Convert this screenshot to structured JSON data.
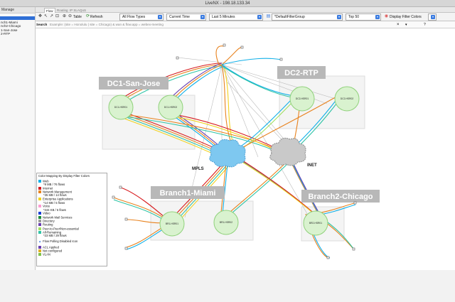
{
  "window": {
    "title": "LiveNX - 198.18.133.34"
  },
  "left_panel": {
    "header": "Manage",
    "items": [
      "",
      "nch1-Miami",
      "nch2-Chicago",
      "1-San-Jose",
      "2-RTP"
    ]
  },
  "tabs": [
    {
      "label": "Flow",
      "active": true
    },
    {
      "label": "Routing",
      "active": false
    },
    {
      "label": "IP SLA",
      "active": false
    },
    {
      "label": "QoS",
      "active": false
    }
  ],
  "toolbar": {
    "table_label": "Table",
    "refresh_label": "Refresh",
    "flow_type": "All Flow Types",
    "time_mode": "Current Time",
    "time_range": "Last 5 Minutes",
    "filter_group": "*DefaultFilterGroup",
    "top_n": "Top 50",
    "display_colors": "Display Filter Colors"
  },
  "search": {
    "label": "Search",
    "placeholder": "Example: (site = Honolulu | site = Chicago) & wan & flow.app = webex-meeting",
    "clear": "×",
    "help": "?"
  },
  "topology": {
    "sites": [
      {
        "name": "DC1-San-Jose",
        "devices": [
          "DC1-HSR01",
          "DC1-HSR02"
        ]
      },
      {
        "name": "DC2-RTP",
        "devices": [
          "DC2-HSR01",
          "DC2-HSR02"
        ]
      },
      {
        "name": "Branch1-Miami",
        "devices": [
          "BR1-HSR01",
          "BR1-HSR02"
        ]
      },
      {
        "name": "Branch2-Chicago",
        "devices": [
          "BR2-HSR01"
        ]
      }
    ],
    "clouds": [
      "MPLS",
      "INET"
    ]
  },
  "legend": {
    "title": "Color Mapping By Display Filter Colors",
    "entries": [
      {
        "label": "Web",
        "color": "#12b0e8",
        "stat": "*9 MB / 76 flows"
      },
      {
        "label": "Internet",
        "color": "#d7191c",
        "stat": ""
      },
      {
        "label": "Network Management",
        "color": "#e8821e",
        "stat": "*35 MB / 14 flows"
      },
      {
        "label": "Enterprise Applications",
        "color": "#f2d21e",
        "stat": "*14 MB / 5 flows"
      },
      {
        "label": "Voice",
        "color": "#ff9bd2",
        "stat": "*244 KB / 5 flows"
      },
      {
        "label": "Video",
        "color": "#1c3fd6",
        "stat": ""
      },
      {
        "label": "Network Mail Services",
        "color": "#1c8c3a",
        "stat": ""
      },
      {
        "label": "Directory",
        "color": "#9a9a9a",
        "stat": ""
      },
      {
        "label": "Routing",
        "color": "#6a3fb0",
        "stat": ""
      },
      {
        "label": "Peer-to-Peer/Non-essential",
        "color": "#a0e060",
        "stat": ""
      },
      {
        "label": "All-Remaining",
        "color": "#2fc4a6",
        "stat": "*23 MB / 29 flows"
      }
    ],
    "polling": "Flow Polling Disabled Icon",
    "acl": "ACL Applied",
    "notconf": "Not configured",
    "vlan": "VLAN"
  }
}
